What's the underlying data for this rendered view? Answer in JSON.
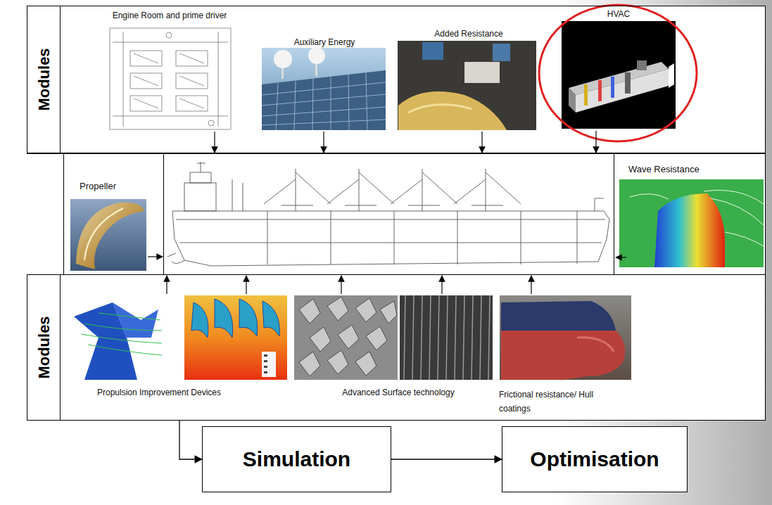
{
  "diagram": {
    "nodes": [
      {
        "text": [
          "Modules"
        ]
      },
      {
        "text": [
          "Engine Room and prime driver"
        ],
        "in": 0
      },
      {
        "text": [
          "Auxiliary Energy"
        ],
        "in": 0
      },
      {
        "text": [
          "Added Resistance"
        ],
        "in": 0
      },
      {
        "text": [
          "HVAC"
        ],
        "in": 0
      },
      {
        "text": [
          "Propeller"
        ]
      },
      {
        "text": [
          "Wave Resistance"
        ]
      },
      {
        "text": [
          "Modules"
        ]
      },
      {
        "text": [
          "Propulsion Improvement Devices"
        ],
        "in": 7
      },
      {
        "text": [
          "Advanced Surface technology"
        ],
        "in": 7
      },
      {
        "text": [
          "Frictional resistance/ Hull coatings"
        ],
        "in": 7
      },
      {
        "text": [
          "Simulation"
        ]
      },
      {
        "text": [
          "Optimisation"
        ]
      }
    ],
    "edges": [
      {
        "from": 7,
        "to": 11,
        "arrow": "to"
      },
      {
        "from": 11,
        "to": 12,
        "arrow": "to"
      }
    ]
  }
}
